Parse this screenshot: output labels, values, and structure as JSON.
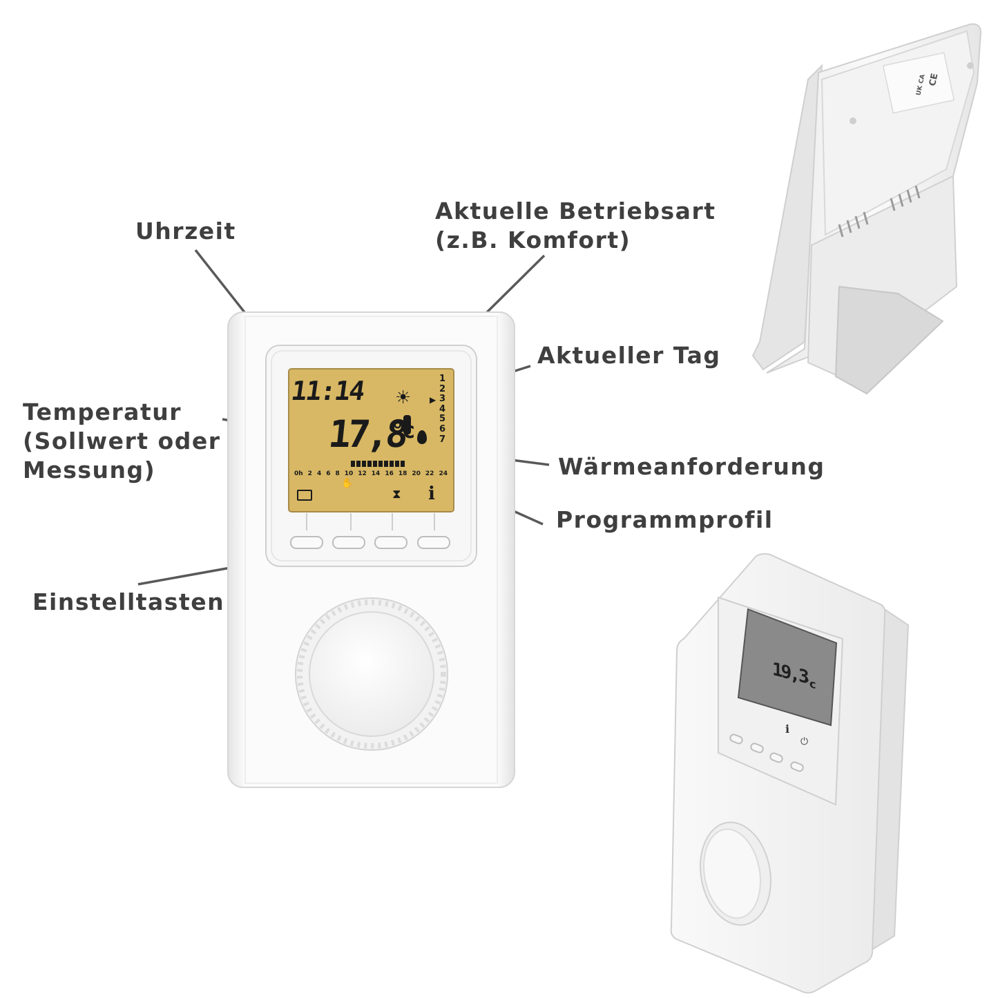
{
  "callouts": {
    "uhrzeit": "Uhrzeit",
    "betriebsart_line1": "Aktuelle Betriebsart",
    "betriebsart_line2": "(z.B. Komfort)",
    "tag": "Aktueller Tag",
    "temperatur_line1": "Temperatur",
    "temperatur_line2": "(Sollwert oder",
    "temperatur_line3": "Messung)",
    "waermeanforderung": "Wärmeanforderung",
    "programmprofil": "Programmprofil",
    "einstelltasten": "Einstelltasten"
  },
  "lcd_main": {
    "time": "11:14",
    "temperature": "17,8",
    "unit": "°c",
    "days": [
      "1",
      "2",
      "3",
      "4",
      "5",
      "6",
      "7"
    ],
    "active_day": "3",
    "hours": [
      "0h",
      "2",
      "4",
      "6",
      "8",
      "10",
      "12",
      "14",
      "16",
      "18",
      "20",
      "22",
      "24"
    ],
    "info": "i"
  },
  "lcd_small": {
    "temperature": "19,3",
    "unit": "°c",
    "info": "i"
  },
  "back_label": {
    "ukca": "UK CA",
    "ce": "CE"
  },
  "colors": {
    "lcd_background": "#d8b865",
    "lcd_grey": "#8a8a8a",
    "callout_text": "#3f3f3f",
    "leader_line": "#595959"
  }
}
